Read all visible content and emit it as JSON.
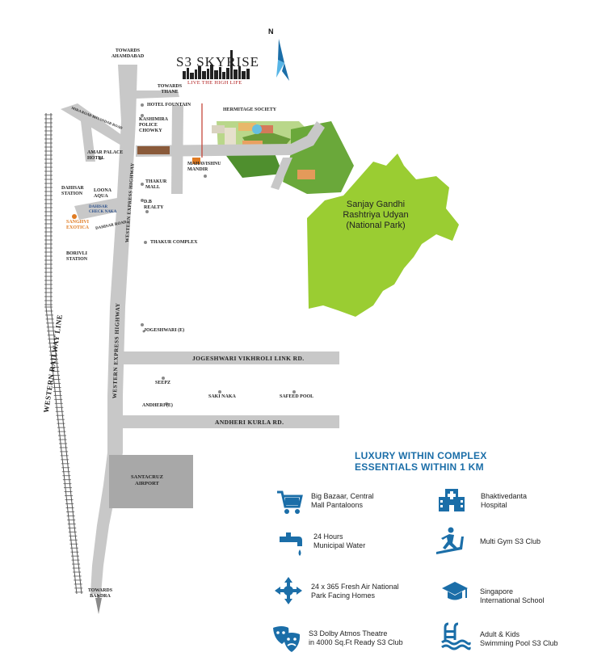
{
  "logo": {
    "name": "S3 SKYRISE",
    "tagline": "LIVE THE HIGH LIFE"
  },
  "compass": {
    "label": "N"
  },
  "directions": {
    "ahmedabad": "TOWARDS AHAMDABAD",
    "thane": "TOWARDS THANE",
    "bandra": "TOWARDS BANDRA"
  },
  "places": {
    "hotel_fountain": "HOTEL FOUNTAIN",
    "kashimira": "KASHIMIRA POLICE CHOWKY",
    "amar_palace": "AMAR PALACE HOTEL",
    "loona": "LOONA AQUA",
    "thakur_mall": "THAKUR MALL",
    "db_realty": "D.B REALTY",
    "thakur_complex": "THAKUR COMPLEX",
    "mahavishnu": "MAHAVISHNU MANDIR",
    "hermitage": "HERMITAGE SOCIETY",
    "dahisar_station": "DAHISAR STATION",
    "dahisar_check": "DAHISAR CHECK NAKA",
    "sangeet": "SANGHVI EXOTICA",
    "dahisar_road": "DAHISAR ROAD",
    "borivli": "BORIVLI STATION",
    "jogeshwari": "JOGESHWARI (E)",
    "seepz": "SEEPZ",
    "andheri": "ANDHERI (E)",
    "saki_naka": "SAKI NAKA",
    "safeed_pool": "SAFEED POOL",
    "airport": "SANTACRUZ AIRPORT",
    "mira_road": "MIRA ROAD BHYANDAR ROAD"
  },
  "roads": {
    "railway": "WESTERN RAILWAY LINE",
    "highway": "WESTERN EXPRESS HIGHWAY",
    "jvlr": "JOGESHWARI VIKHROLI LINK RD.",
    "akr": "ANDHERI KURLA RD."
  },
  "park": {
    "line1": "Sanjay Gandhi",
    "line2": "Rashtriya Udyan",
    "line3": "(National Park)"
  },
  "colors": {
    "park_green": "#9acd32",
    "road_grey": "#c8c8c8",
    "airport_grey": "#a8a8a8",
    "heading_blue": "#1b6ea8",
    "icon_blue": "#1b6ea8"
  },
  "amenities": {
    "heading_line1": "LUXURY WITHIN COMPLEX",
    "heading_line2": "ESSENTIALS WITHIN 1 KM",
    "items": [
      {
        "icon": "shopping-cart-icon",
        "line1": "Big Bazaar, Central",
        "line2": "Mall Pantaloons"
      },
      {
        "icon": "hospital-icon",
        "line1": "Bhaktivedanta",
        "line2": "Hospital"
      },
      {
        "icon": "water-tap-icon",
        "line1": "24 Hours",
        "line2": "Municipal Water"
      },
      {
        "icon": "treadmill-icon",
        "line1": "Multi Gym S3 Club",
        "line2": ""
      },
      {
        "icon": "fresh-air-arrows-icon",
        "line1": "24 x 365 Fresh Air National",
        "line2": "Park Facing Homes"
      },
      {
        "icon": "graduation-cap-icon",
        "line1": "Singapore",
        "line2": "International School"
      },
      {
        "icon": "theatre-masks-icon",
        "line1": "S3 Dolby Atmos Theatre",
        "line2": "in 4000 Sq.Ft Ready S3 Club"
      },
      {
        "icon": "swimming-pool-icon",
        "line1": "Adult & Kids",
        "line2": "Swimming Pool S3 Club"
      }
    ]
  }
}
